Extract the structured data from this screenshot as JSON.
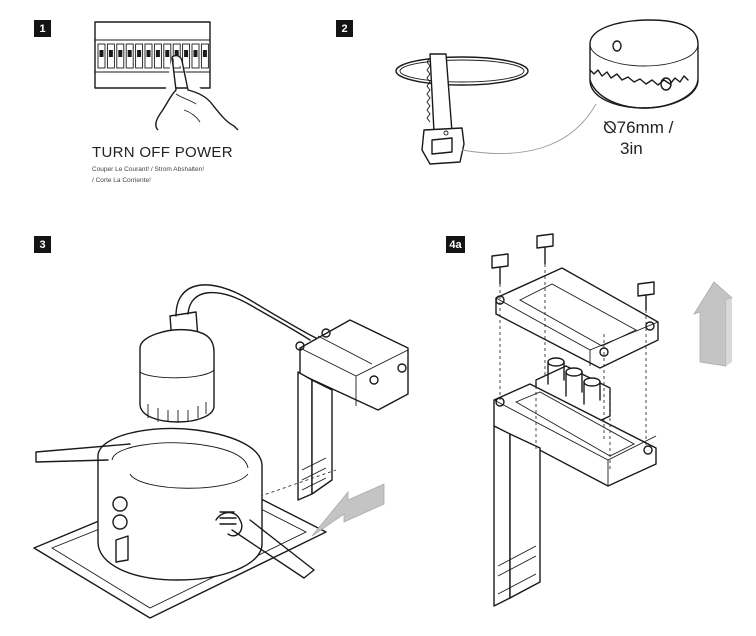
{
  "steps": {
    "step1": {
      "number": "1"
    },
    "step2": {
      "number": "2"
    },
    "step3": {
      "number": "3"
    },
    "step4": {
      "number": "4a"
    }
  },
  "step1_caption": {
    "title": "TURN OFF POWER",
    "line1": "Couper Le Courant! / Strom Abshalten!",
    "line2": "/ Corte La Corriente!"
  },
  "step2_caption": {
    "diameter_symbol": "⦰",
    "size_mm": "76mm /",
    "size_in": "3in"
  },
  "icons": [
    "breaker-panel-icon",
    "hand-icon",
    "saw-icon",
    "hole-saw-icon",
    "downlight-fitting-icon",
    "lamp-holder-icon",
    "junction-box-icon",
    "screw-icon",
    "terminal-block-icon",
    "arrow-icon"
  ],
  "colors": {
    "badge": "#141414",
    "arrow_gray": "#c4c4c4",
    "line": "#1a1a1a"
  }
}
